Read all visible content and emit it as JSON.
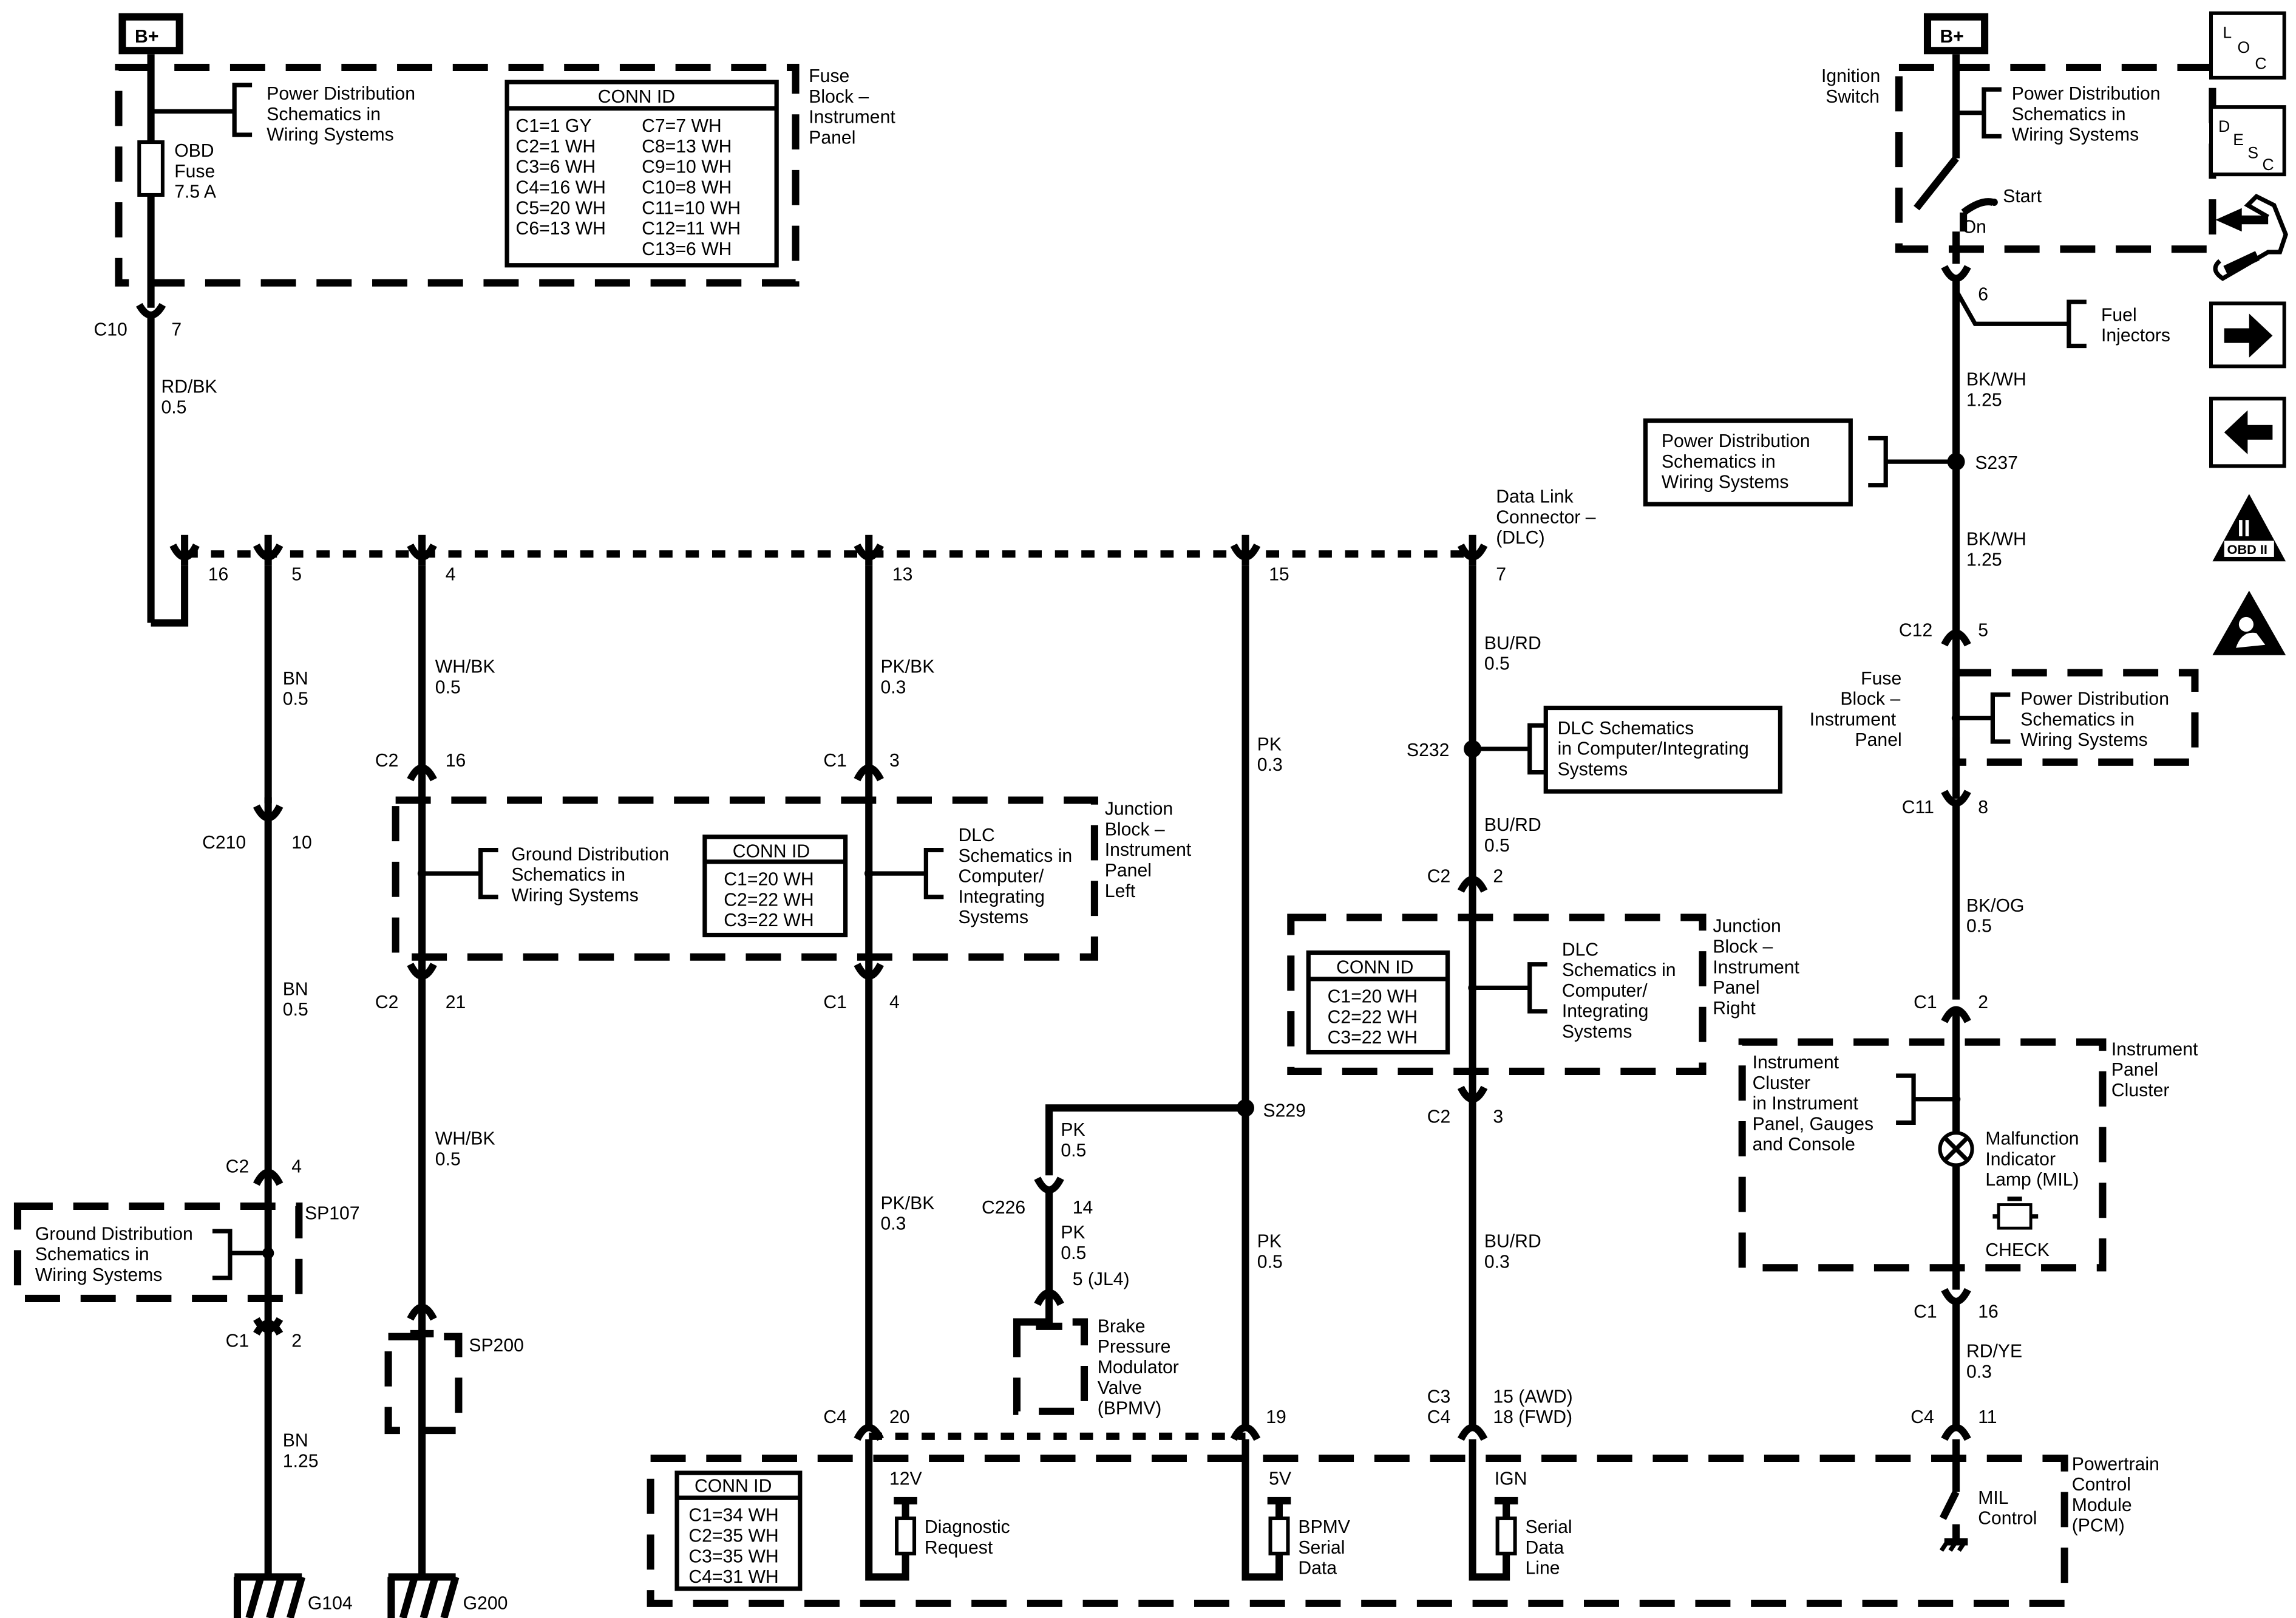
{
  "power_labels": {
    "left": "B+",
    "right": "B+"
  },
  "fuse_block_ip_top": {
    "title": [
      "Fuse",
      "Block –",
      "Instrument",
      "Panel"
    ],
    "pds_ref": [
      "Power Distribution",
      "Schematics in",
      "Wiring  Systems"
    ],
    "fuse": [
      "OBD",
      "Fuse",
      "7.5 A"
    ],
    "conn_title": "CONN ID",
    "conn_left": [
      "C1=1 GY",
      "C2=1 WH",
      "C3=6 WH",
      "C4=16 WH",
      "C5=20 WH",
      "C6=13 WH"
    ],
    "conn_right": [
      "C7=7 WH",
      "C8=13 WH",
      "C9=10 WH",
      "C10=8 WH",
      "C11=10 WH",
      "C12=11 WH",
      "C13=6 WH"
    ]
  },
  "ignition": {
    "title": [
      "Ignition",
      "Switch"
    ],
    "pds_ref": [
      "Power Distribution",
      "Schematics in",
      "Wiring  Systems"
    ],
    "start": "Start",
    "on": "On",
    "pin": "6",
    "fuel_injectors": [
      "Fuel",
      "Injectors"
    ]
  },
  "wires": {
    "rd_bk": [
      "RD/BK",
      "0.5"
    ],
    "bn1": [
      "BN",
      "0.5"
    ],
    "bn2": [
      "BN",
      "0.5"
    ],
    "bn3": [
      "BN",
      "1.25"
    ],
    "wh_bk1": [
      "WH/BK",
      "0.5"
    ],
    "wh_bk2": [
      "WH/BK",
      "0.5"
    ],
    "pk_bk1": [
      "PK/BK",
      "0.3"
    ],
    "pk_bk2": [
      "PK/BK",
      "0.3"
    ],
    "pk1": [
      "PK",
      "0.3"
    ],
    "pk2": [
      "PK",
      "0.5"
    ],
    "pk3": [
      "PK",
      "0.5"
    ],
    "pk4": [
      "PK",
      "0.5"
    ],
    "bu_rd1": [
      "BU/RD",
      "0.5"
    ],
    "bu_rd2": [
      "BU/RD",
      "0.5"
    ],
    "bu_rd3": [
      "BU/RD",
      "0.3"
    ],
    "bk_wh1": [
      "BK/WH",
      "1.25"
    ],
    "bk_wh2": [
      "BK/WH",
      "1.25"
    ],
    "bk_og": [
      "BK/OG",
      "0.5"
    ],
    "rd_ye": [
      "RD/YE",
      "0.3"
    ]
  },
  "connectors": {
    "c10": "C10",
    "c10_pin": "7",
    "dlc_title": [
      "Data Link",
      "Connector –",
      "(DLC)"
    ],
    "dlc_pins": [
      "16",
      "5",
      "4",
      "13",
      "15",
      "7"
    ],
    "c210": "C210",
    "c210_pin": "10",
    "jb_left_c2_top": "C2",
    "jb_left_c2_top_pin": "16",
    "jb_left_c1_top": "C1",
    "jb_left_c1_top_pin": "3",
    "jb_left_c2_bot": "C2",
    "jb_left_c2_bot_pin": "21",
    "jb_left_c1_bot": "C1",
    "jb_left_c1_bot_pin": "4",
    "c2_sp107": "C2",
    "c2_sp107_pin": "4",
    "c1_g104": "C1",
    "c1_g104_pin": "2",
    "c226": "C226",
    "c226_pin": "14",
    "bpmv_pin": "5 (JL4)",
    "jb_right_c2_top": "C2",
    "jb_right_c2_top_pin": "2",
    "jb_right_c2_bot": "C2",
    "jb_right_c2_bot_pin": "3",
    "c12": "C12",
    "c12_pin": "5",
    "c11": "C11",
    "c11_pin": "8",
    "ipc_c1_top": "C1",
    "ipc_c1_top_pin": "2",
    "ipc_c1_bot": "C1",
    "ipc_c1_bot_pin": "16",
    "pcm_c4_a": "C4",
    "pcm_c4_a_pin": "20",
    "pcm_c4_b_pin": "19",
    "pcm_c3": "C3",
    "pcm_c4_c": "C4",
    "pcm_pin_awd": "15 (AWD)",
    "pcm_pin_fwd": "18 (FWD)",
    "pcm_c4_d": "C4",
    "pcm_c4_d_pin": "11"
  },
  "splices": {
    "s237": "S237",
    "s232": "S232",
    "s229": "S229",
    "sp107": "SP107",
    "sp200": "SP200"
  },
  "refs": {
    "pds_s237": [
      "Power Distribution",
      "Schematics in",
      "Wiring Systems"
    ],
    "dlc_s232": [
      "DLC Schematics",
      "in Computer/Integrating",
      "Systems"
    ],
    "gds_sp107": [
      "Ground Distribution",
      "Schematics in",
      "Wiring Systems"
    ]
  },
  "jb_left": {
    "title": [
      "Junction",
      "Block –",
      "Instrument",
      "Panel",
      "Left"
    ],
    "gds_ref": [
      "Ground Distribution",
      "Schematics in",
      "Wiring Systems"
    ],
    "dlc_ref": [
      "DLC",
      "Schematics in",
      "Computer/",
      "Integrating",
      "Systems"
    ],
    "conn_title": "CONN ID",
    "conn": [
      "C1=20 WH",
      "C2=22 WH",
      "C3=22 WH"
    ]
  },
  "jb_right": {
    "title": [
      "Junction",
      "Block –",
      "Instrument",
      "Panel",
      "Right"
    ],
    "dlc_ref": [
      "DLC",
      "Schematics in",
      "Computer/",
      "Integrating",
      "Systems"
    ],
    "conn_title": "CONN ID",
    "conn": [
      "C1=20 WH",
      "C2=22 WH",
      "C3=22 WH"
    ]
  },
  "fuse_block_ip_right": {
    "title": [
      "Fuse",
      "Block –",
      "Instrument",
      "Panel"
    ],
    "pds_ref": [
      "Power Distribution",
      "Schematics in",
      "Wiring Systems"
    ]
  },
  "ipc": {
    "title": [
      "Instrument",
      "Panel",
      "Cluster"
    ],
    "ref": [
      "Instrument",
      "Cluster",
      "in Instrument",
      "Panel, Gauges",
      "and Console"
    ],
    "mil": [
      "Malfunction",
      "Indicator",
      "Lamp (MIL)"
    ],
    "check": "CHECK"
  },
  "bpmv": [
    "Brake",
    "Pressure",
    "Modulator",
    "Valve",
    "(BPMV)"
  ],
  "pcm": {
    "title": [
      "Powertrain",
      "Control",
      "Module",
      "(PCM)"
    ],
    "conn_title": "CONN ID",
    "conn": [
      "C1=34 WH",
      "C2=35 WH",
      "C3=35 WH",
      "C4=31 WH"
    ],
    "v12": "12V",
    "diag": [
      "Diagnostic",
      "Request"
    ],
    "v5": "5V",
    "bpmv_serial": [
      "BPMV",
      "Serial",
      "Data"
    ],
    "ign": "IGN",
    "serial": [
      "Serial",
      "Data",
      "Line"
    ],
    "mil_control": [
      "MIL",
      "Control"
    ]
  },
  "grounds": {
    "g104": "G104",
    "g200": "G200"
  },
  "sidebar": {
    "loc": [
      "L",
      "O",
      "C"
    ],
    "desc": [
      "D",
      "E",
      "S",
      "C"
    ],
    "obd": "OBD II",
    "obd_roman": "II"
  }
}
